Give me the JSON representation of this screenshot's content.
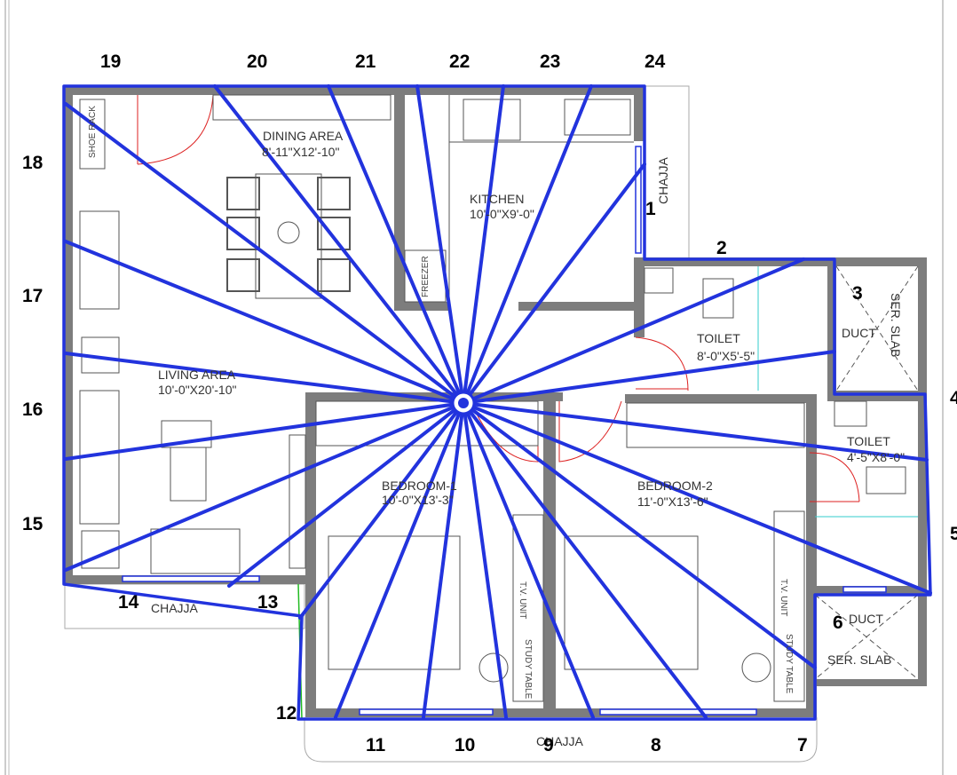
{
  "diagram": {
    "numbers": {
      "n1": "1",
      "n2": "2",
      "n3": "3",
      "n4": "4",
      "n5": "5",
      "n6": "6",
      "n7": "7",
      "n8": "8",
      "n9": "9",
      "n10": "10",
      "n11": "11",
      "n12": "12",
      "n13": "13",
      "n14": "14",
      "n15": "15",
      "n16": "16",
      "n17": "17",
      "n18": "18",
      "n19": "19",
      "n20": "20",
      "n21": "21",
      "n22": "22",
      "n23": "23",
      "n24": "24"
    },
    "rooms": {
      "dining_name": "DINING AREA",
      "dining_size": "8'-11\"X12'-10\"",
      "kitchen_name": "KITCHEN",
      "kitchen_size": "10'-0\"X9'-0\"",
      "living_name": "LIVING AREA",
      "living_size": "10'-0\"X20'-10\"",
      "toilet1_name": "TOILET",
      "toilet1_size": "8'-0\"X5'-5\"",
      "toilet2_name": "TOILET",
      "toilet2_size": "4'-5\"X8'-0\"",
      "bed1_name": "BEDROOM-1",
      "bed1_size": "10'-0\"X13'-3\"",
      "bed2_name": "BEDROOM-2",
      "bed2_size": "11'-0\"X13'-6\""
    },
    "labels": {
      "shoe_rack": "SHOE RACK",
      "freezer": "FREEZER",
      "chajja_right": "CHAJJA",
      "chajja_left": "CHAJJA",
      "chajja_bottom": "CHAJJA",
      "duct_top": "DUCT",
      "ser_slab_top": "SER. SLAB",
      "duct_bottom": "DUCT",
      "ser_slab_bottom": "SER. SLAB",
      "tv_unit_1": "T.V. UNIT",
      "tv_unit_2": "T.V. UNIT",
      "study_table_1": "STUDY TABLE",
      "study_table_2": "STUDY TABLE"
    },
    "colors": {
      "ray": "#2233dd",
      "wall": "#7d7d7d",
      "door": "#dd2222",
      "green": "#22bb22",
      "cyan": "#33cccc"
    }
  }
}
